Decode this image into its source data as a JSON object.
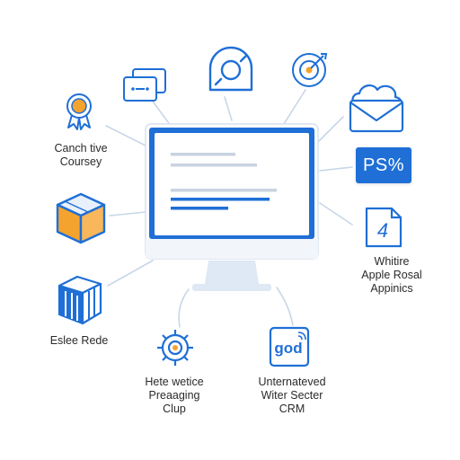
{
  "colors": {
    "primary_blue": "#1f6fd6",
    "accent_orange": "#f4a32e",
    "line_gray": "#c8d6e8",
    "text_dark": "#2a2a2a"
  },
  "nodes": {
    "certificate": {
      "icon": "award-ribbon-icon",
      "label": "Canch tive\nCoursey"
    },
    "cloud_mail": {
      "icon": "cloud-envelope-icon"
    },
    "percent_badge": {
      "icon": "percent-badge",
      "text": "PS%"
    },
    "package": {
      "icon": "orange-box-icon"
    },
    "doc_four": {
      "icon": "document-four-icon",
      "glyph": "4",
      "label": "Whitire\nApple Rosal\nAppinics"
    },
    "storage": {
      "icon": "striped-cube-icon",
      "label": "Eslee Rede"
    },
    "gear": {
      "icon": "gear-icon",
      "label": "Hete wetice\nPreaaging\nClup"
    },
    "god": {
      "icon": "god-square-icon",
      "glyph": "god",
      "label": "Unternateved\nWiter Secter\nCRM"
    },
    "slides": {
      "icon": "presentation-slides-icon"
    },
    "dome": {
      "icon": "dome-head-icon"
    },
    "target": {
      "icon": "target-icon"
    },
    "monitor": {
      "icon": "desktop-monitor-icon"
    }
  }
}
